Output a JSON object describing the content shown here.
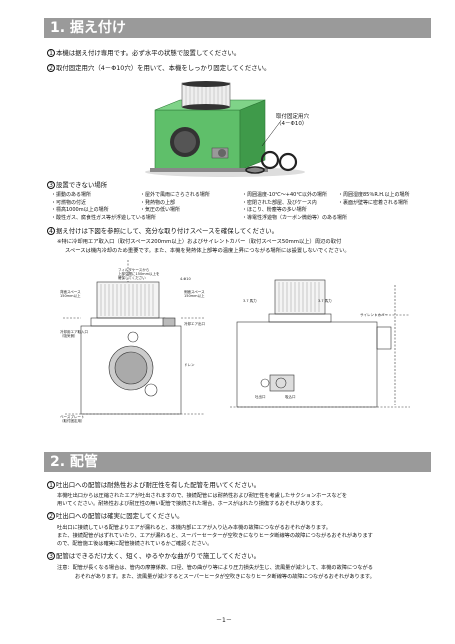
{
  "section1": {
    "title": "1. 据え付け",
    "items": [
      {
        "num": "1",
        "text": "本機は据え付け専用です。必ず水平の状態で設置してください。"
      },
      {
        "num": "2",
        "text": "取付固定用穴（4－Φ10穴）を用いて、本機をしっかり固定してください。"
      }
    ],
    "hole_label_line1": "取付固定用穴",
    "hole_label_line2": "（4－Φ10）",
    "cannot_place": {
      "num": "3",
      "title": "設置できない場所",
      "rows": [
        [
          "・振動のある場所",
          "・屋外で風雨にさらされる場所",
          "・周囲温度-10℃～+40℃以外の場所",
          "・周囲湿度85％R.H.以上の場所"
        ],
        [
          "・可燃物の付近",
          "・発熱物の上部",
          "・密閉された部屋、及びケース内",
          "・裏面が壁等に密着される場所"
        ],
        [
          "・標高1000m以上の場所",
          "・気圧の低い場所",
          "・ほこり、粉塵等の多い場所",
          ""
        ],
        [
          "・酸性ガス、腐食性ガス等が浮遊している場所",
          "",
          "・導電性浮遊物（カーボン微紛等）のある場所",
          ""
        ]
      ]
    },
    "space": {
      "num": "4",
      "text": "据え付けは下図を参照にして、充分な取り付けスペースを確保してください。",
      "note1": "※特に冷却用エア取入口（取付スペース200mm以上）およびサイレントカバー（取付スペース50mm以上）周辺の取付",
      "note2": "スペースは機内冷却のため重要です。また、本機を発熱体上部等の温度上昇につながる場所には設置しないでください。"
    },
    "drawing_labels": {
      "top_note1": "フィルタケースから",
      "top_note2": "上部空間に150mm以上を",
      "top_note3": "確保してください",
      "back_space1": "背面スペース",
      "back_space2": "150mm以上",
      "side_space1": "側面スペース",
      "side_space2": "150mm以上",
      "cooling1": "冷却用エア取入口",
      "cooling2": "（吸気側）",
      "air_in": "冷却エア出口",
      "plug": "ドレン",
      "mount1": "ベースプレート",
      "mount2": "（取付固定用）",
      "blower": "吐出口",
      "exhaust": "吸込口",
      "hole_top": "4-Φ10",
      "right_label1": "3.7 馬力",
      "right_label2": "3.7 馬力",
      "silent_cover": "サイレントカバー"
    }
  },
  "section2": {
    "title": "2. 配管",
    "items": [
      {
        "num": "1",
        "text": "吐出口への配管は耐熱性および耐圧性を有した配管を用いてください。",
        "sub": [
          "本機吐出口からは圧縮されたエアが吐出されますので、接続配管には耐熱性および耐圧性を考慮したサクションホースなどを",
          "用いてください。耐熱性および耐圧性の無い配管で接続された場合、ホースがはれたり損傷するおそれがあります。"
        ]
      },
      {
        "num": "2",
        "text": "吐出口への配管は確実に固定してください。",
        "sub": [
          "吐出口に接続している配管よりエアが漏れると、本機内部にエアが入り込み本機の故障につながるおそれがあります。",
          "また、接続配管がはずれていたり、エアが漏れると、スーパーセーターが空吹きになりヒータ断線等の故障につながるおそれがあります",
          "ので、配管施工後は確実に配管接続されているかご確認ください。"
        ]
      },
      {
        "num": "3",
        "text": "配管はできるだけ太く、短く、ゆるやかな曲がりで施工してください。",
        "sub": [
          "注意：配管が長くなる場合は、管内の摩擦係数、口径、管の曲がり等により圧力損失が生じ、流風量が減少して、本機の故障につながる",
          "おそれがあります。また、流風量が減少するとスーパーヒータが空吹きになりヒータ断線等の故障につながるおそれがあります。"
        ]
      }
    ]
  },
  "page_number": "－1－",
  "colors": {
    "banner": "#9a9a9a",
    "machine_green": "#5fbf6a"
  }
}
